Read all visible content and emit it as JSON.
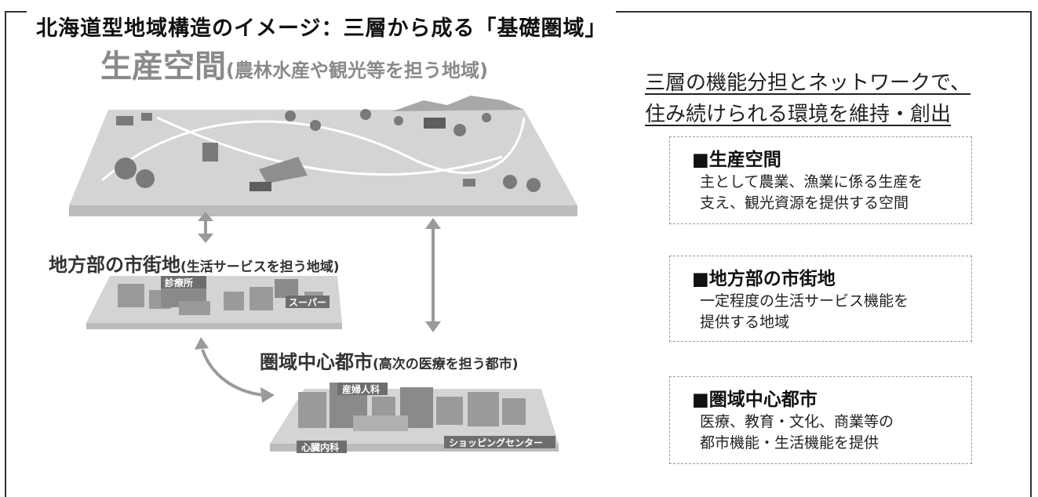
{
  "frame_title": "北海道型地域構造のイメージ：三層から成る「基礎圏域」",
  "production": {
    "title": "生産空間",
    "subtitle": "(農林水産や観光等を担う地域)"
  },
  "rural": {
    "title": "地方部の市街地",
    "subtitle": "(生活サービスを担う地域)",
    "tags": [
      "診療所",
      "スーパー"
    ]
  },
  "core": {
    "title": "圏域中心都市",
    "subtitle": "(高次の医療を担う都市)",
    "tags": [
      "産婦人科",
      "心臓内科",
      "ショッピングセンター"
    ]
  },
  "headline": {
    "line1": "三層の機能分担とネットワークで、",
    "line2": "住み続けられる環境を維持・創出"
  },
  "boxes": [
    {
      "title": "■生産空間",
      "line1": "主として農業、漁業に係る生産を",
      "line2": "支え、観光資源を提供する空間"
    },
    {
      "title": "■地方部の市街地",
      "line1": "一定程度の生活サービス機能を",
      "line2": "提供する地域"
    },
    {
      "title": "■圏域中心都市",
      "line1": "医療、教育・文化、商業等の",
      "line2": "都市機能・生活機能を提供"
    }
  ]
}
